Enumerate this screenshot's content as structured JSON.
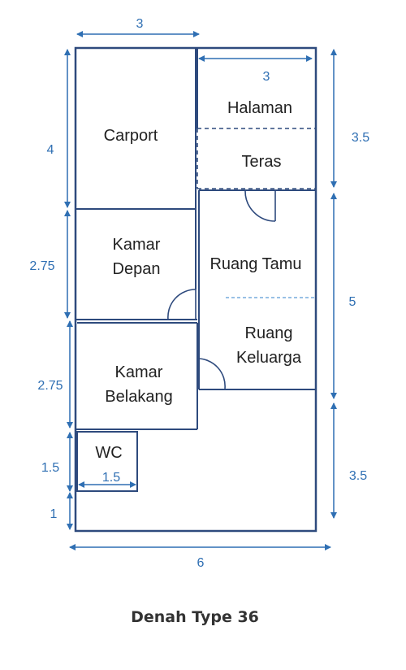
{
  "title": "Denah Type 36",
  "rooms": {
    "carport": "Carport",
    "halaman": "Halaman",
    "teras": "Teras",
    "kamar_depan": [
      "Kamar",
      "Depan"
    ],
    "ruang_tamu": "Ruang Tamu",
    "ruang_keluarga": [
      "Ruang",
      "Keluarga"
    ],
    "kamar_belakang": [
      "Kamar",
      "Belakang"
    ],
    "wc": "WC"
  },
  "dimensions": {
    "top_carport_width": "3",
    "top_halaman_width": "3",
    "left_carport": "4",
    "left_kamar_depan": "2.75",
    "left_kamar_belakang": "2.75",
    "left_wc": "1.5",
    "left_bottom": "1",
    "wc_width": "1.5",
    "right_top": "3.5",
    "right_middle": "5",
    "right_bottom": "3.5",
    "bottom_total": "6"
  },
  "colors": {
    "wall": "#2e4a7d",
    "dimension": "#2f6fb3",
    "text": "#222222"
  }
}
